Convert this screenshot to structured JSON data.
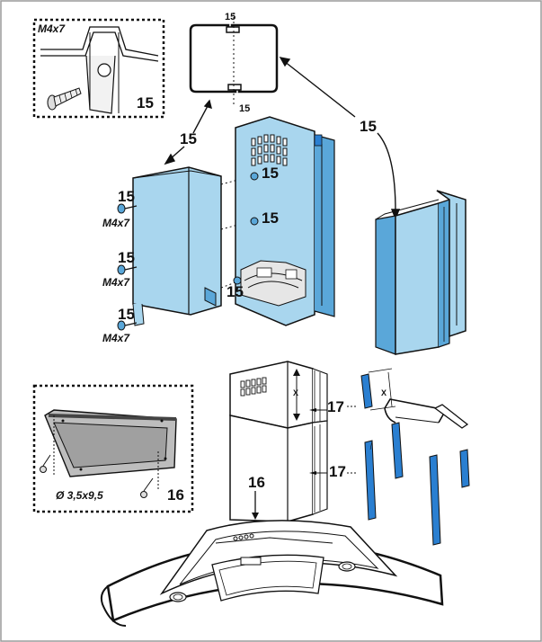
{
  "colors": {
    "panel_blue": "#a9d6ee",
    "panel_blue_dark": "#5aa7d9",
    "strip_blue": "#2a7fd1",
    "line": "#111111",
    "frame": "#9a9a9a",
    "grey_fill": "#bdbdbd"
  },
  "labels": {
    "part_15": "15",
    "part_16": "16",
    "part_17": "17",
    "screw_m4x7": "M4x7",
    "screw_35x95": "Ø 3,5x9,5",
    "dimension_x": "X"
  },
  "icons": [
    "screw-icon",
    "hacksaw-icon",
    "control-buttons-icon"
  ]
}
